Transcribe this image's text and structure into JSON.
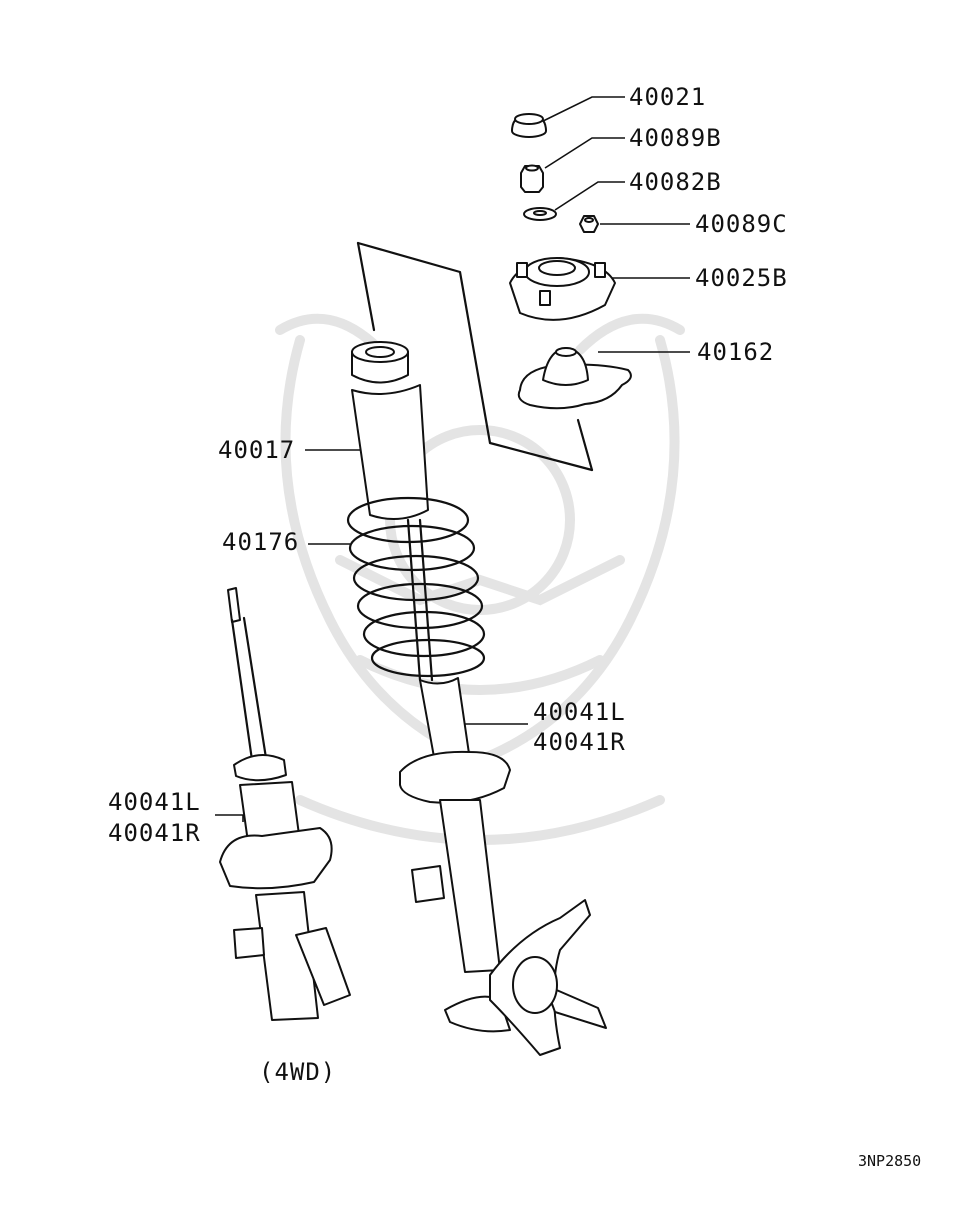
{
  "parts": [
    {
      "id": "p40021",
      "label": "40021"
    },
    {
      "id": "p40089B",
      "label": "40089B"
    },
    {
      "id": "p40082B",
      "label": "40082B"
    },
    {
      "id": "p40089C",
      "label": "40089C"
    },
    {
      "id": "p40025B",
      "label": "40025B"
    },
    {
      "id": "p40162",
      "label": "40162"
    },
    {
      "id": "p40017",
      "label": "40017"
    },
    {
      "id": "p40176",
      "label": "40176"
    },
    {
      "id": "p40041L_right",
      "label": "40041L"
    },
    {
      "id": "p40041R_right",
      "label": "40041R"
    },
    {
      "id": "p40041L_left",
      "label": "40041L"
    },
    {
      "id": "p40041R_left",
      "label": "40041R"
    }
  ],
  "variant_note": "(4WD)",
  "diagram_code": "3NP2850"
}
